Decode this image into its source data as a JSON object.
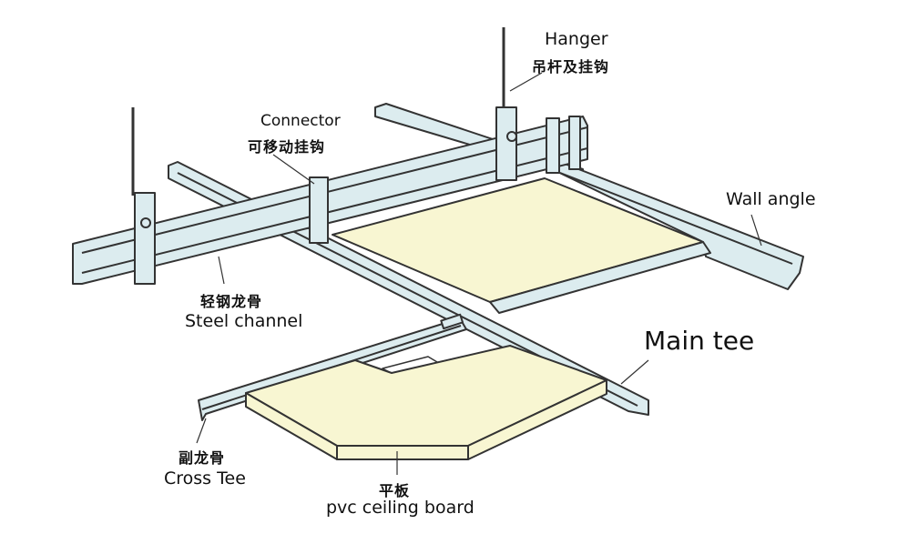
{
  "labels": {
    "hanger": {
      "en": "Hanger",
      "zh": "吊杆及挂钩"
    },
    "connector": {
      "en": "Connector",
      "zh": "可移动挂钩"
    },
    "wall_angle": {
      "en": "Wall angle"
    },
    "steel_channel": {
      "en": "Steel channel",
      "zh": "轻钢龙骨"
    },
    "main_tee": {
      "en": "Main tee"
    },
    "cross_tee": {
      "en": "Cross Tee",
      "zh": "副龙骨"
    },
    "ceiling_board": {
      "en": "pvc ceiling board",
      "zh": "平板"
    }
  },
  "colors": {
    "metal": "#dcecef",
    "board": "#f8f6d2",
    "stroke": "#333333"
  }
}
